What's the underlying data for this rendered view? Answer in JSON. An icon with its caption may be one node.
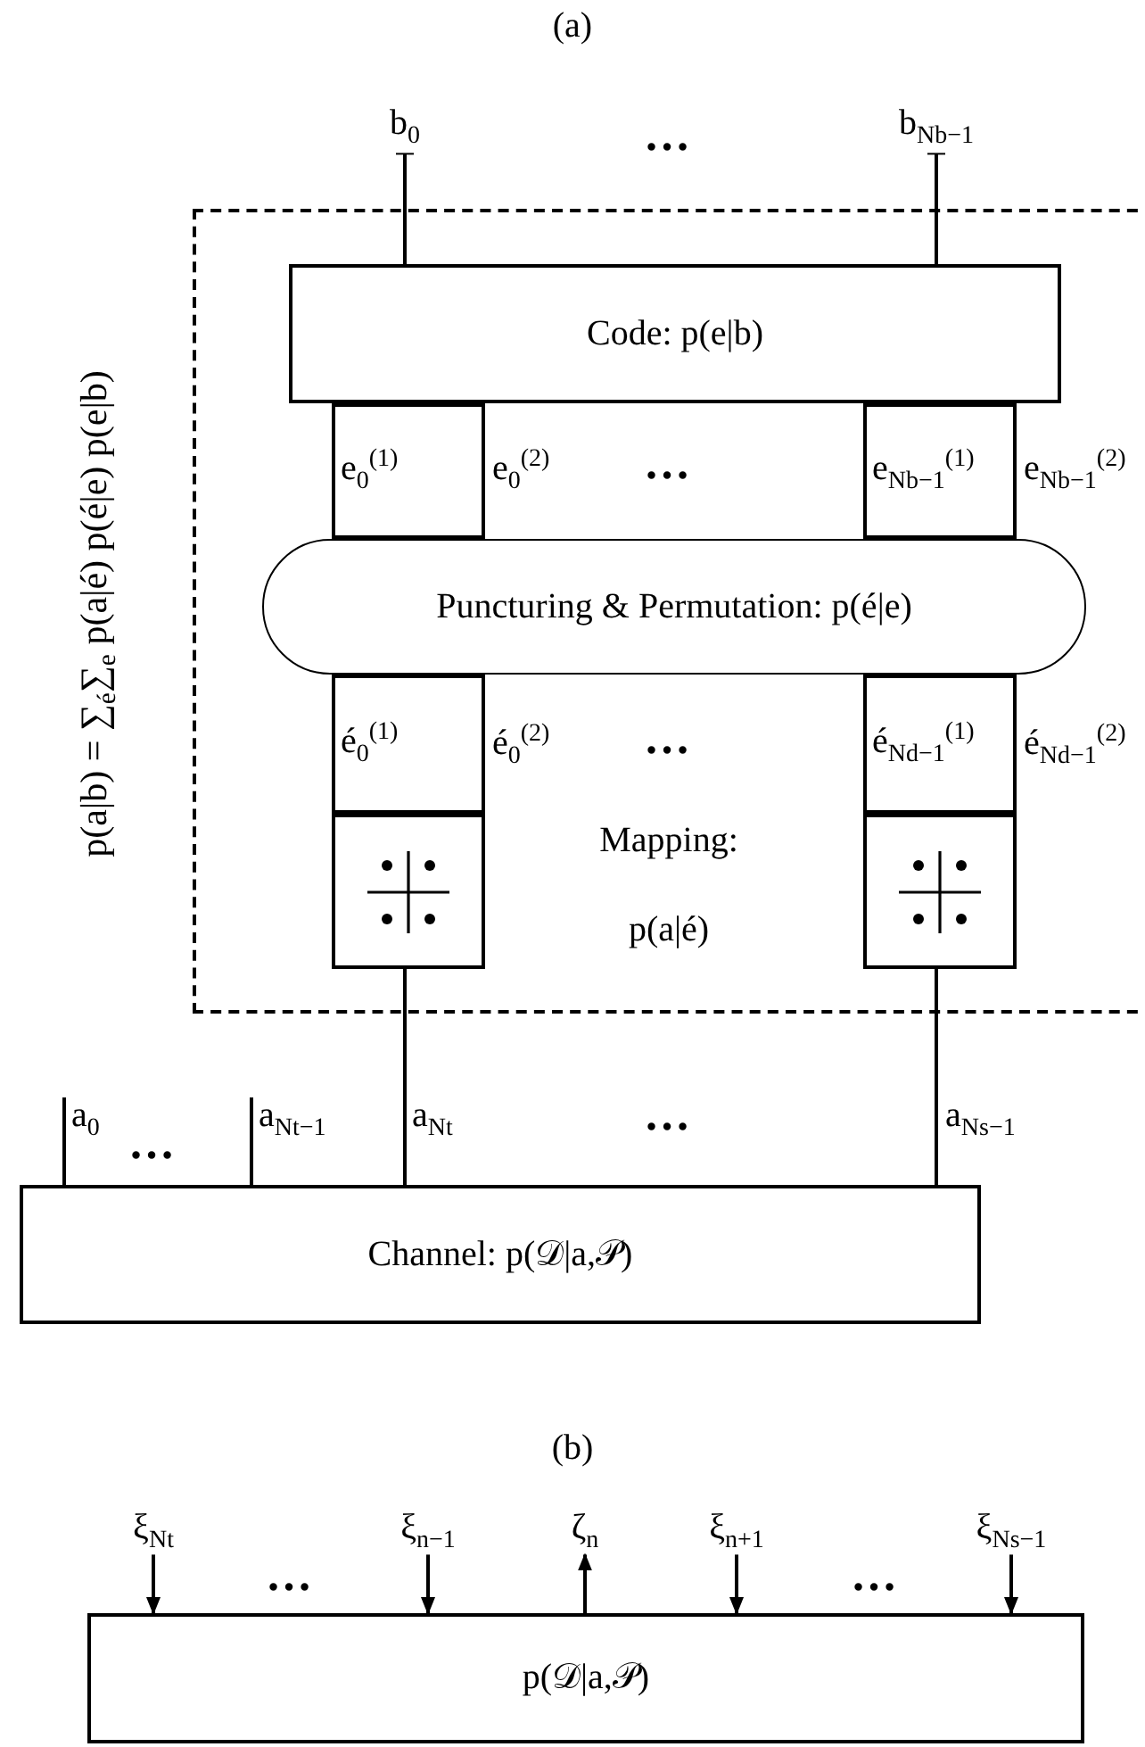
{
  "diagram": {
    "nodes": [
      {
        "text": [
          "b$_{0}$"
        ]
      },
      {
        "text": [
          "b$_{Nb−1}$"
        ]
      },
      {
        "text": [],
        "shape": "box",
        "beside": [
          "p(a|b) = ∑$_{é}$∑$_{e}$ p(a|é) p(é|e) p(e|b)"
        ]
      },
      {
        "text": [
          "Code: p(e|b)"
        ],
        "in": 2
      },
      {
        "text": [
          "e$_{0}$$^{(1)}$"
        ],
        "in": 2
      },
      {
        "text": [
          "e$_{0}$$^{(2)}$"
        ],
        "in": 2
      },
      {
        "text": [
          "e$_{Nb−1}$$^{(1)}$"
        ],
        "in": 2
      },
      {
        "text": [
          "e$_{Nb−1}$$^{(2)}$"
        ],
        "in": 2
      },
      {
        "text": [
          "Puncturing & Permutation: p(é|e)"
        ],
        "in": 2
      },
      {
        "text": [
          "é$_{0}$$^{(1)}$"
        ],
        "in": 2
      },
      {
        "text": [
          "é$_{0}$$^{(2)}$"
        ],
        "in": 2
      },
      {
        "text": [
          "é$_{Nd−1}$$^{(1)}$"
        ],
        "in": 2
      },
      {
        "text": [
          "é$_{Nd−1}$$^{(2)}$"
        ],
        "in": 2
      },
      {
        "text": [],
        "shape": "box",
        "in": 2
      },
      {
        "text": [],
        "shape": "box",
        "in": 2
      },
      {
        "text": [
          "Channel: p(𝒟|a,𝒫)"
        ]
      },
      {
        "text": [
          "ξ$_{Nt}$"
        ]
      },
      {
        "text": [
          "ξ$_{n−1}$"
        ]
      },
      {
        "text": [
          "ζ$_{n}$"
        ]
      },
      {
        "text": [
          "ξ$_{n+1}$"
        ]
      },
      {
        "text": [
          "ξ$_{Ns−1}$"
        ]
      },
      {
        "text": [
          "p(𝒟|a,𝒫)"
        ]
      }
    ],
    "edges": [
      {
        "from": 0,
        "to": 3,
        "arrow": "other"
      },
      {
        "from": 1,
        "to": 3,
        "arrow": "other"
      },
      {
        "from": null,
        "to": 15,
        "arrow": "none",
        "label": "a$_{0}$"
      },
      {
        "from": null,
        "to": 15,
        "arrow": "none",
        "label": "a$_{Nt−1}$"
      },
      {
        "from": 13,
        "to": 15,
        "arrow": "none",
        "label": "a$_{Nt}$"
      },
      {
        "from": 14,
        "to": 15,
        "arrow": "none",
        "label": "a$_{Ns−1}$"
      },
      {
        "from": 16,
        "to": 21,
        "arrow": "to"
      },
      {
        "from": 17,
        "to": 21,
        "arrow": "to"
      },
      {
        "from": 21,
        "to": 18,
        "arrow": "to"
      },
      {
        "from": 19,
        "to": 21,
        "arrow": "to"
      },
      {
        "from": 20,
        "to": 21,
        "arrow": "to"
      }
    ],
    "labels": [
      "(a)",
      "…",
      "…",
      "…",
      "Mapping: p(a|é)",
      "…",
      "…",
      "(b)",
      "…",
      "…"
    ]
  }
}
